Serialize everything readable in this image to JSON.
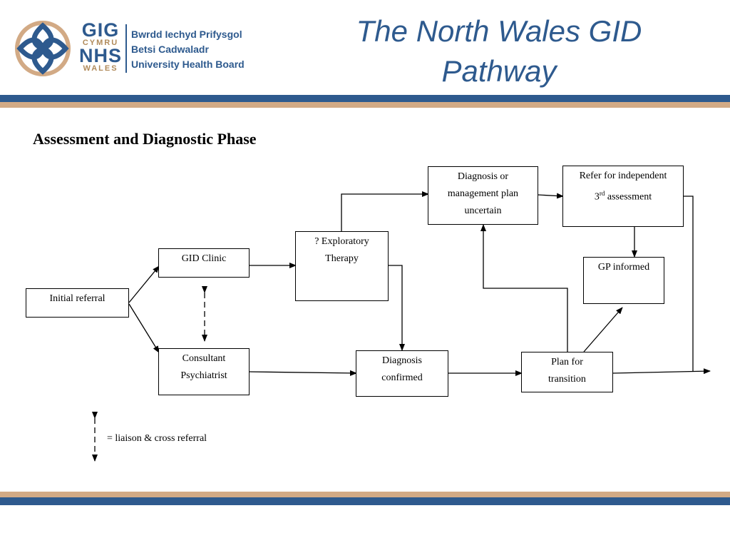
{
  "header": {
    "title": "The North Wales GID Pathway",
    "logo": {
      "gig": "GIG",
      "cymru": "CYMRU",
      "nhs": "NHS",
      "wales": "WALES",
      "board_line1": "Bwrdd Iechyd Prifysgol",
      "board_line2": "Betsi Cadwaladr",
      "board_line3": "University Health Board"
    }
  },
  "colors": {
    "brand_blue": "#2e5a8e",
    "brand_tan": "#d2aa85",
    "title_blue": "#2e5a8e"
  },
  "section_heading": "Assessment and Diagnostic Phase",
  "diagram": {
    "nodes": {
      "initial_referral": "Initial referral",
      "gid_clinic": "GID Clinic",
      "consultant_psychiatrist": "Consultant\nPsychiatrist",
      "exploratory_therapy": "? Exploratory\nTherapy",
      "diagnosis_uncertain": "Diagnosis or\nmanagement plan\nuncertain",
      "refer_independent_line1": "Refer for independent",
      "refer_independent_num": "3",
      "refer_independent_sup": "rd",
      "refer_independent_rest": " assessment",
      "gp_informed": "GP informed",
      "diagnosis_confirmed": "Diagnosis\nconfirmed",
      "plan_transition": "Plan for\ntransition"
    },
    "legend": "= liaison & cross referral"
  }
}
